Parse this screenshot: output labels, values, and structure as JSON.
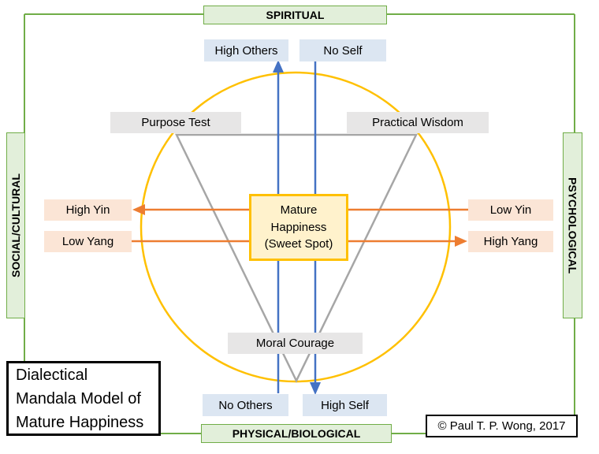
{
  "frame": {
    "spiritual": "SPIRITUAL",
    "physical": "PHYSICAL/BIOLOGICAL",
    "social": "SOCIAL/CULTURAL",
    "psychological": "PSYCHOLOGICAL"
  },
  "poles": {
    "high_others": "High Others",
    "no_self": "No Self",
    "no_others": "No Others",
    "high_self": "High Self"
  },
  "virtues": {
    "purpose_test": "Purpose Test",
    "practical_wisdom": "Practical Wisdom",
    "moral_courage": "Moral Courage"
  },
  "yinyang": {
    "high_yin": "High Yin",
    "low_yang": "Low Yang",
    "low_yin": "Low Yin",
    "high_yang": "High Yang"
  },
  "center": {
    "text": "Mature Happiness (Sweet Spot)",
    "lines": [
      "Mature",
      "Happiness",
      "(Sweet Spot)"
    ]
  },
  "title": {
    "text": "Dialectical Mandala Model of Mature Happiness",
    "lines": [
      "Dialectical",
      "Mandala Model of",
      "Mature Happiness"
    ]
  },
  "copyright": "© Paul T. P. Wong, 2017",
  "colors": {
    "frame_green": "#70AD47",
    "green_fill": "#E2EFDA",
    "blue_fill": "#DCE6F2",
    "gray_fill": "#E7E6E6",
    "peach_fill": "#FBE5D6",
    "gold_border": "#FFC000",
    "gold_fill": "#FFF2CC",
    "triangle_gray": "#A6A6A6",
    "orange_arrow": "#ED7D31",
    "blue_arrow": "#4472C4"
  }
}
